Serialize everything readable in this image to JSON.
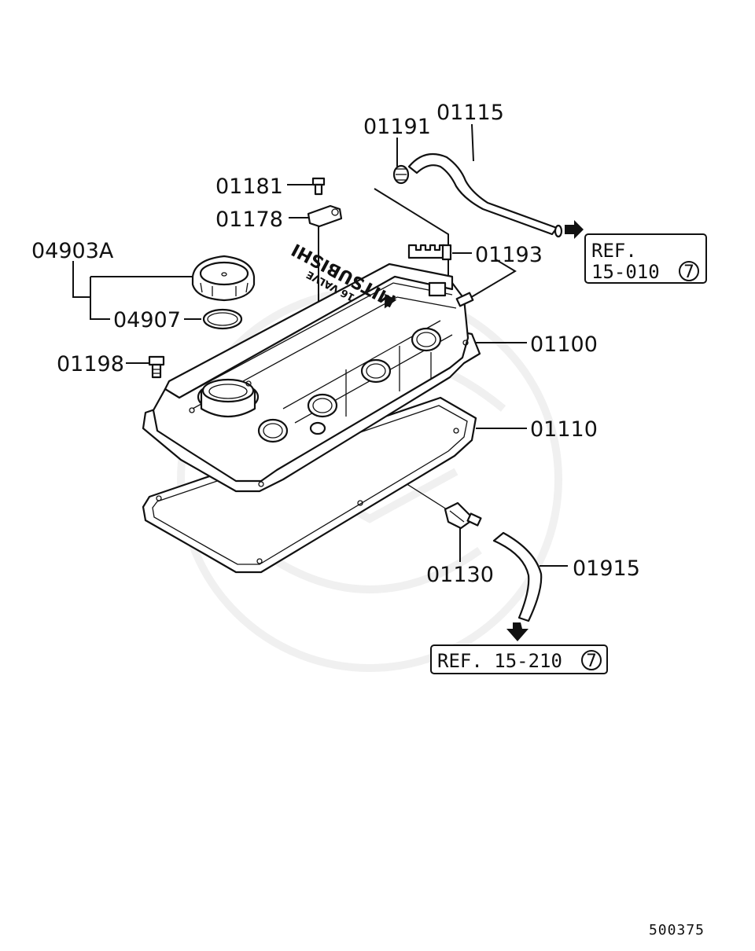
{
  "diagram": {
    "callouts": [
      {
        "id": "p01115",
        "label": "01115"
      },
      {
        "id": "p01191",
        "label": "01191"
      },
      {
        "id": "p01181",
        "label": "01181"
      },
      {
        "id": "p01178",
        "label": "01178"
      },
      {
        "id": "p04903a",
        "label": "04903A"
      },
      {
        "id": "p01193",
        "label": "01193"
      },
      {
        "id": "p04907",
        "label": "04907"
      },
      {
        "id": "p01100",
        "label": "01100"
      },
      {
        "id": "p01198",
        "label": "01198"
      },
      {
        "id": "p01110",
        "label": "01110"
      },
      {
        "id": "p01130",
        "label": "01130"
      },
      {
        "id": "p01915",
        "label": "01915"
      }
    ],
    "references": [
      {
        "id": "ref1",
        "line1": "REF.",
        "line2": "15-010",
        "circle": "7"
      },
      {
        "id": "ref2",
        "line1": "REF. 15-210",
        "circle": "7"
      }
    ],
    "emboss_brand": "MITSUBISHI",
    "emboss_model": "16 VALVE",
    "diagram_code": "500375"
  }
}
